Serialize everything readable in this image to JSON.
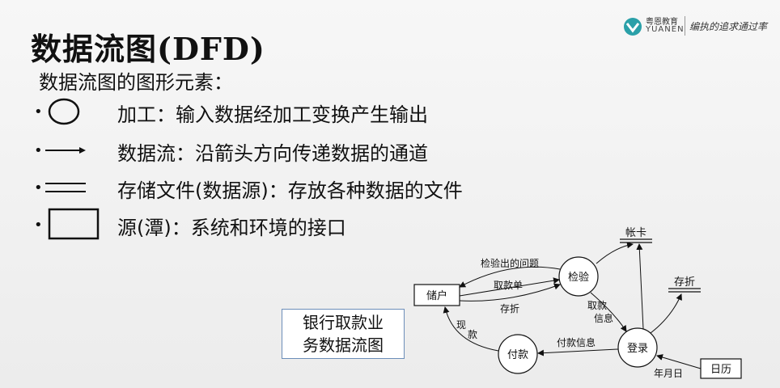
{
  "title": "数据流图(DFD)",
  "subtitle": "数据流图的图形元素：",
  "logo": {
    "name": "粤恩教育",
    "english": "YUANEN",
    "slogan": "编执的追求通过率"
  },
  "elements": [
    {
      "icon": "circle-icon",
      "text": "加工：输入数据经加工变换产生输出"
    },
    {
      "icon": "arrow-icon",
      "text": "数据流：沿箭头方向传递数据的通道"
    },
    {
      "icon": "double-line-icon",
      "text": "存储文件(数据源)：存放各种数据的文件"
    },
    {
      "icon": "rectangle-icon",
      "text": "源(潭)：系统和环境的接口"
    }
  ],
  "diagram_label": [
    "银行取款业",
    "务数据流图"
  ],
  "diagram": {
    "nodes": {
      "depositor": "储户",
      "check": "检验",
      "pay": "付款",
      "register": "登录",
      "account_card": "帐卡",
      "passbook": "存折",
      "calendar": "日历"
    },
    "flows": {
      "check_problem": "检验出的问题",
      "withdraw_slip": "取款单",
      "passbook_flow": "存折",
      "withdraw_info_1": "取款",
      "withdraw_info_2": "信息",
      "cash_1": "现",
      "cash_2": "款",
      "payment_info": "付款信息",
      "date": "年月日"
    }
  }
}
